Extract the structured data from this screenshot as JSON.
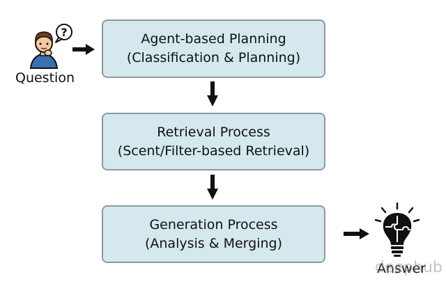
{
  "steps": [
    {
      "line1": "Agent-based Planning",
      "line2": "(Classification & Planning)"
    },
    {
      "line1": "Retrieval Process",
      "line2": "(Scent/Filter-based Retrieval)"
    },
    {
      "line1": "Generation Process",
      "line2": "(Analysis & Merging)"
    }
  ],
  "input": {
    "label": "Question",
    "bubble": "?",
    "icon": "person-question-icon"
  },
  "output": {
    "label": "Answer",
    "icon": "lightbulb-puzzle-icon"
  },
  "watermark": "deephub",
  "colors": {
    "box_fill": "#d5e8ee",
    "box_border": "#8b9aa0",
    "arrow": "#111111",
    "skin": "#f5c9a0",
    "shirt": "#3a6fb0"
  }
}
